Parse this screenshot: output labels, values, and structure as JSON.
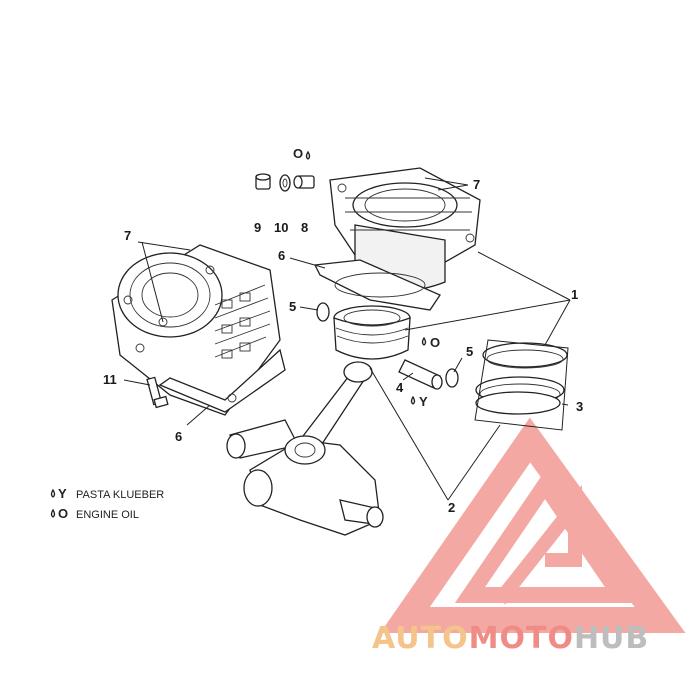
{
  "callouts": {
    "c1": "1",
    "c2": "2",
    "c3": "3",
    "c4": "4",
    "c5a": "5",
    "c5b": "5",
    "c6a": "6",
    "c6b": "6",
    "c7a": "7",
    "c7b": "7",
    "c8": "8",
    "c9": "9",
    "c10": "10",
    "c11": "11"
  },
  "lube_marks": {
    "oil_code": "O",
    "paste_code": "Y"
  },
  "legend": [
    {
      "code": "Y",
      "text": "PASTA KLUEBER"
    },
    {
      "code": "O",
      "text": "ENGINE OIL"
    }
  ],
  "watermark": {
    "part1": "AUTO",
    "part2": "MOTO",
    "part3": "HUB",
    "color_auto": "#f5c48a",
    "color_moto": "#f08c86",
    "color_hub": "#bdbdbd",
    "logo_color": "#f29a94"
  }
}
